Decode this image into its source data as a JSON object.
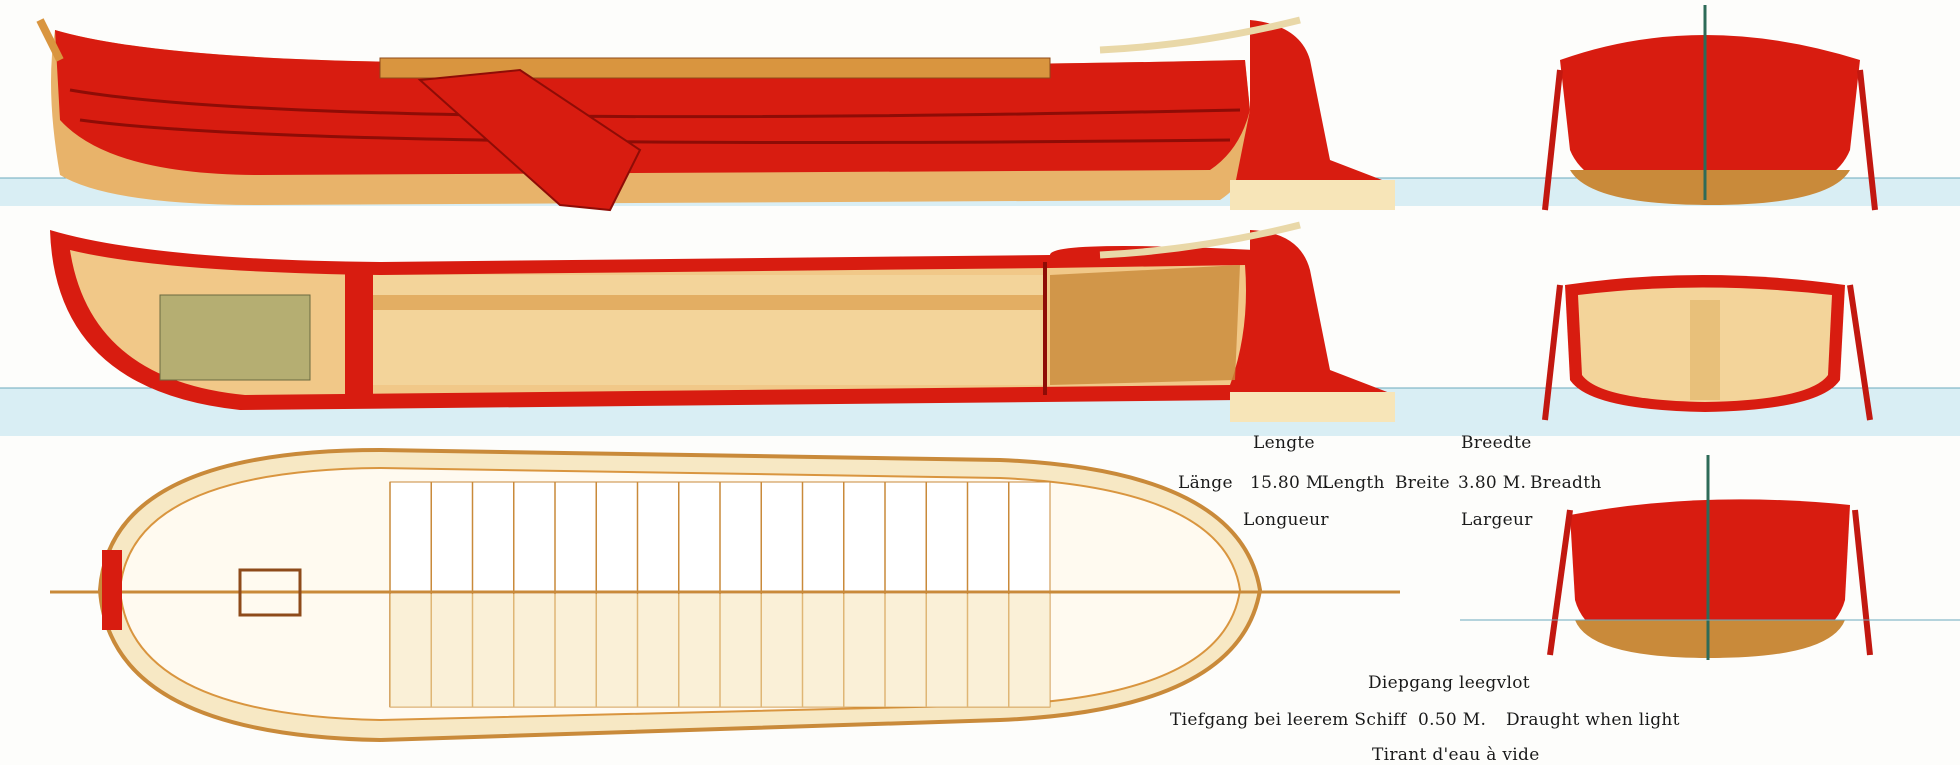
{
  "colors": {
    "hull_red": "#d81c10",
    "hull_dark": "#a01008",
    "underwater": "#e8b36a",
    "water": "#bfe3ee",
    "deck": "#f6e2b0",
    "wood": "#c98a3a",
    "paper": "#fdfdfb"
  },
  "dimensions": {
    "length": {
      "dutch": "Lengte",
      "german": "Länge",
      "value": "15.80 M.",
      "english": "Length",
      "french": "Longueur"
    },
    "breadth": {
      "dutch": "Breedte",
      "german": "Breite",
      "value": "3.80 M.",
      "english": "Breadth",
      "french": "Largeur"
    },
    "draught": {
      "dutch": "Diepgang leegvlot",
      "german": "Tiefgang bei leerem Schiff",
      "value": "0.50 M.",
      "english": "Draught when light",
      "french": "Tirant d'eau à vide"
    }
  }
}
